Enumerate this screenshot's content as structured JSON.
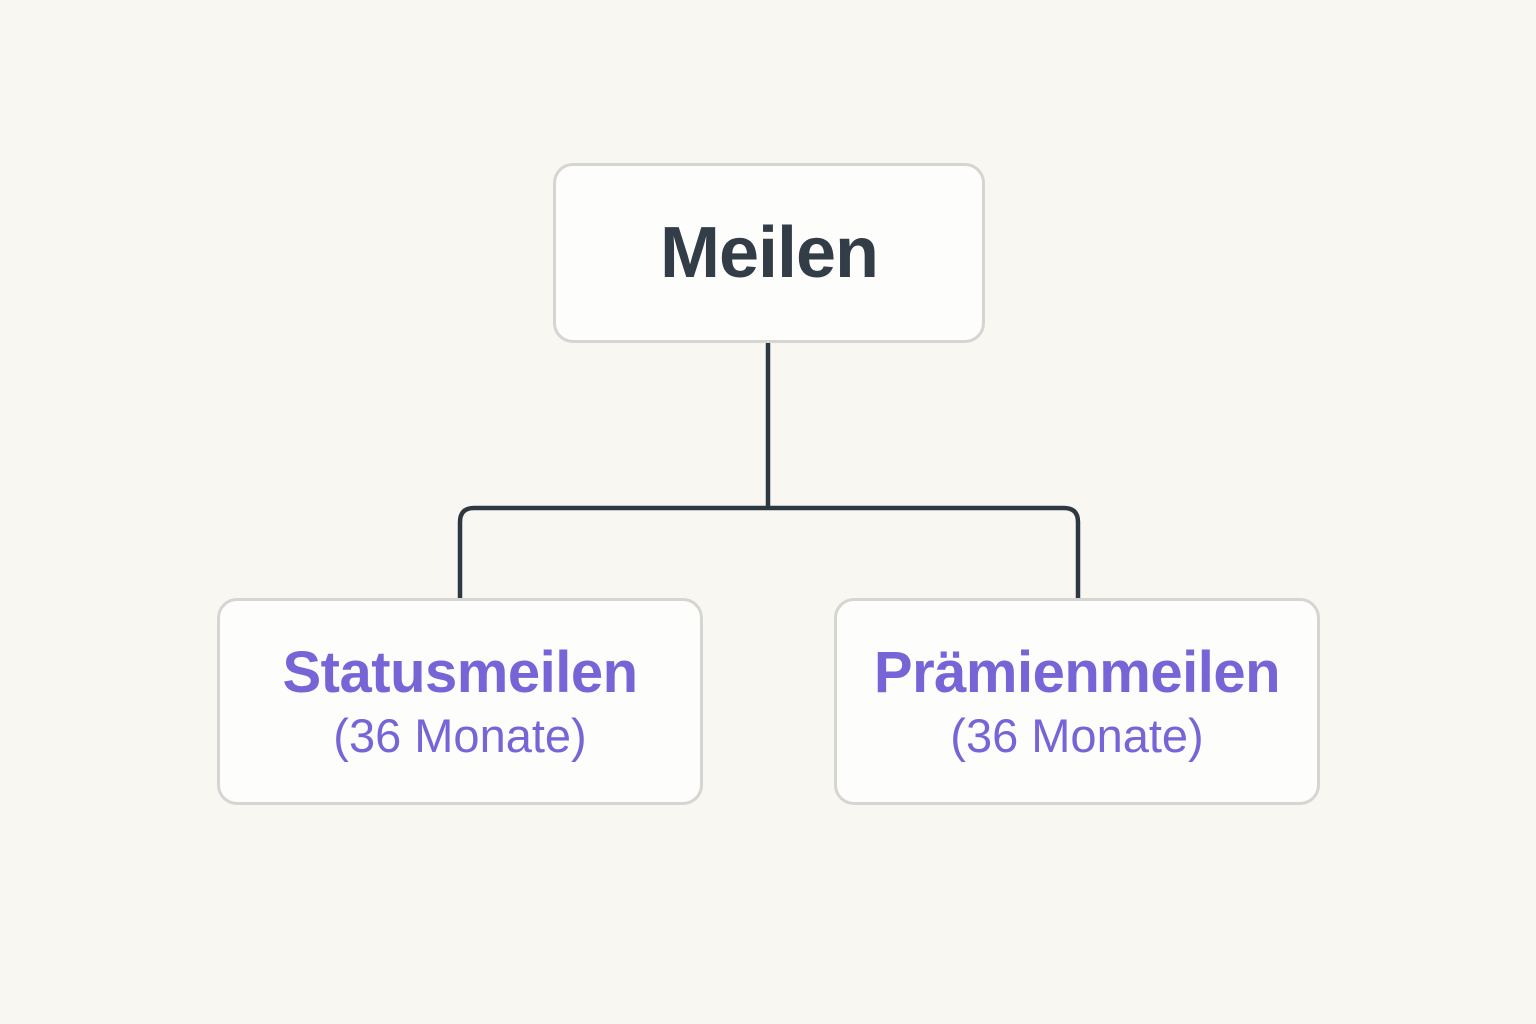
{
  "diagram": {
    "root": {
      "label": "Meilen"
    },
    "children": [
      {
        "title": "Statusmeilen",
        "subtitle": "(36 Monate)"
      },
      {
        "title": "Prämienmeilen",
        "subtitle": "(36 Monate)"
      }
    ]
  },
  "colors": {
    "background": "#f9f7f2",
    "node_fill": "#fdfdfb",
    "node_border": "#d7d5d2",
    "root_text": "#333d47",
    "child_text": "#7764d6",
    "connector": "#2d3940"
  }
}
